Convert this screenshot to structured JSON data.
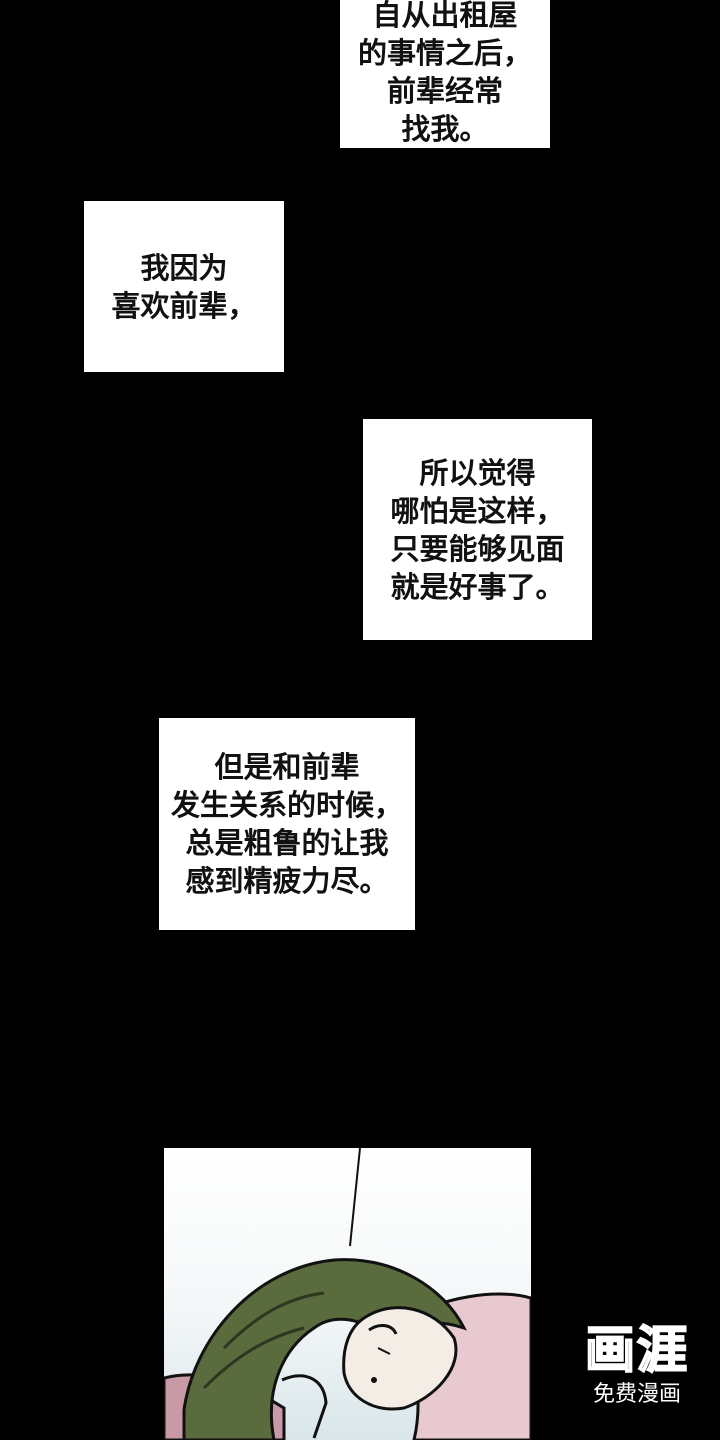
{
  "captions": [
    {
      "lines": [
        "自从出租屋",
        "的事情之后，",
        "前辈经常",
        "找我。"
      ]
    },
    {
      "lines": [
        "我因为",
        "喜欢前辈，"
      ]
    },
    {
      "lines": [
        "所以觉得",
        "哪怕是这样，",
        "只要能够见面",
        "就是好事了。"
      ]
    },
    {
      "lines": [
        "但是和前辈",
        "发生关系的时候，",
        "总是粗鲁的让我",
        "感到精疲力尽。"
      ]
    }
  ],
  "watermark": {
    "logo": "画涯",
    "subtitle": "免费漫画"
  },
  "colors": {
    "background": "#000000",
    "caption_bg": "#ffffff",
    "hair": "#5a6b3e",
    "skin": "#f3ede6",
    "blanket": "#c79aa6"
  }
}
